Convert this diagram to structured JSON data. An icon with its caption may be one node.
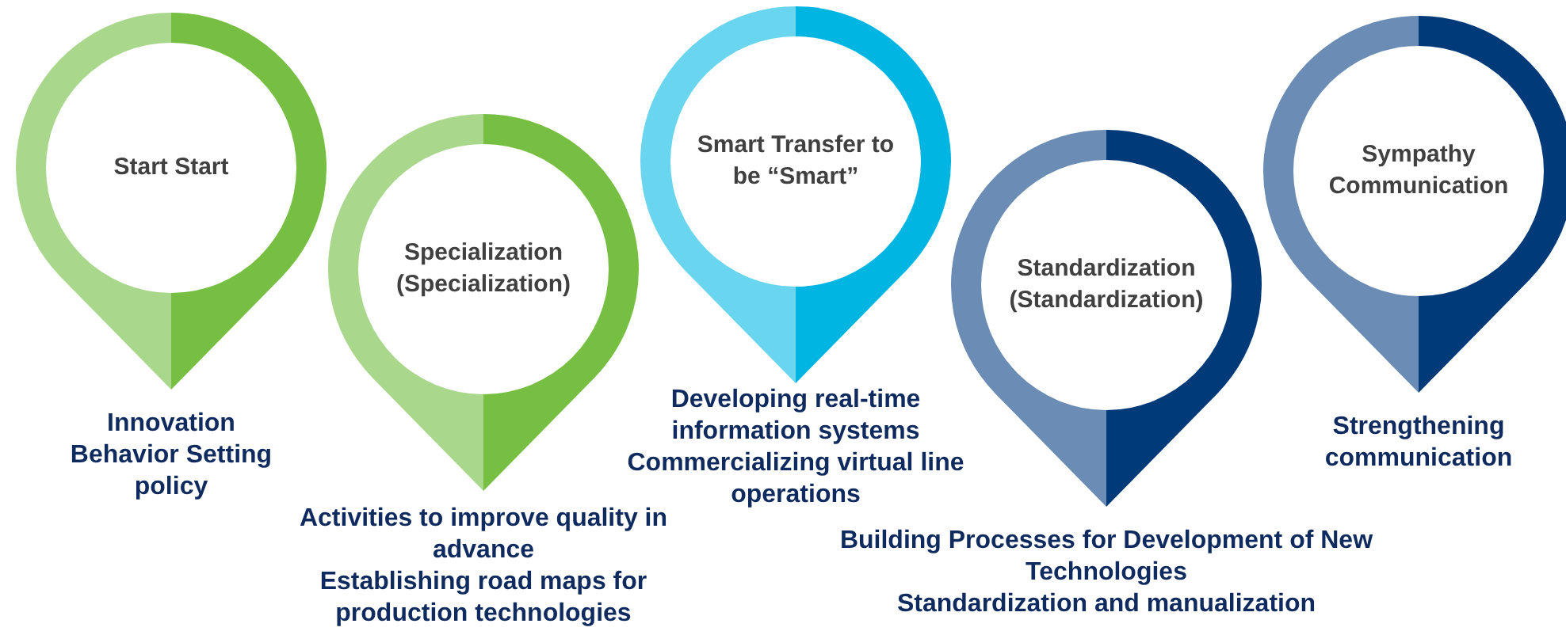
{
  "diagram": {
    "nodes": [
      {
        "text": [
          "Start Start"
        ],
        "beside": [
          "Innovation Behavior Setting policy"
        ]
      },
      {
        "text": [
          "Specialization (Specialization)"
        ],
        "beside": [
          "Activities to improve quality in advance",
          "Establishing road maps for production technologies"
        ]
      },
      {
        "text": [
          "Smart Transfer to be “Smart”"
        ],
        "beside": [
          "Developing real-time information systems",
          "Commercializing virtual line operations"
        ]
      },
      {
        "text": [
          "Standardization (Standardization)"
        ],
        "beside": [
          "Building Processes for Development of New Technologies",
          "Standardization and manualization"
        ]
      },
      {
        "text": [
          "Sympathy Communication"
        ],
        "beside": [
          "Strengthening communication"
        ]
      }
    ],
    "edges": []
  }
}
